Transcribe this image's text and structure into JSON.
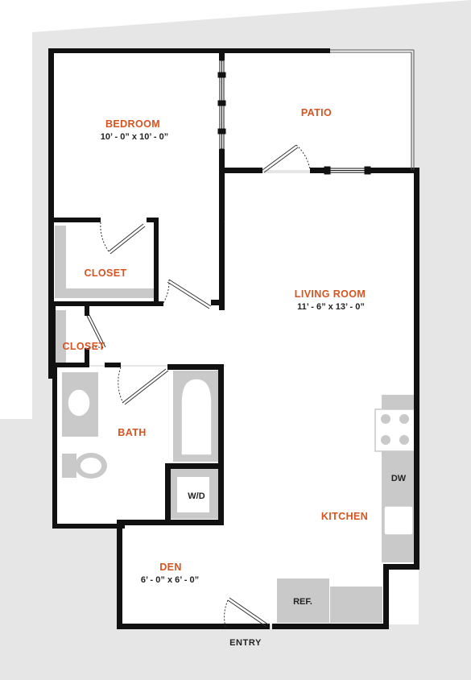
{
  "colors": {
    "accent": "#d9531e",
    "wall": "#111111",
    "background_gray": "#e6e6e6",
    "fixture_gray": "#c9c9c9",
    "text_dark": "#222222"
  },
  "rooms": {
    "bedroom": {
      "name": "BEDROOM",
      "dims": "10’ - 0” x 10’ - 0”"
    },
    "patio": {
      "name": "PATIO"
    },
    "closet_1": {
      "name": "CLOSET"
    },
    "closet_2": {
      "name": "CLOSET"
    },
    "living_room": {
      "name": "LIVING ROOM",
      "dims": "11’ - 6” x 13’ - 0”"
    },
    "bath": {
      "name": "BATH"
    },
    "kitchen": {
      "name": "KITCHEN"
    },
    "den": {
      "name": "DEN",
      "dims": "6’ - 0” x 6’ - 0”"
    }
  },
  "fixtures": {
    "dw": "DW",
    "wd": "W/D",
    "ref": "REF."
  },
  "entry": "ENTRY"
}
